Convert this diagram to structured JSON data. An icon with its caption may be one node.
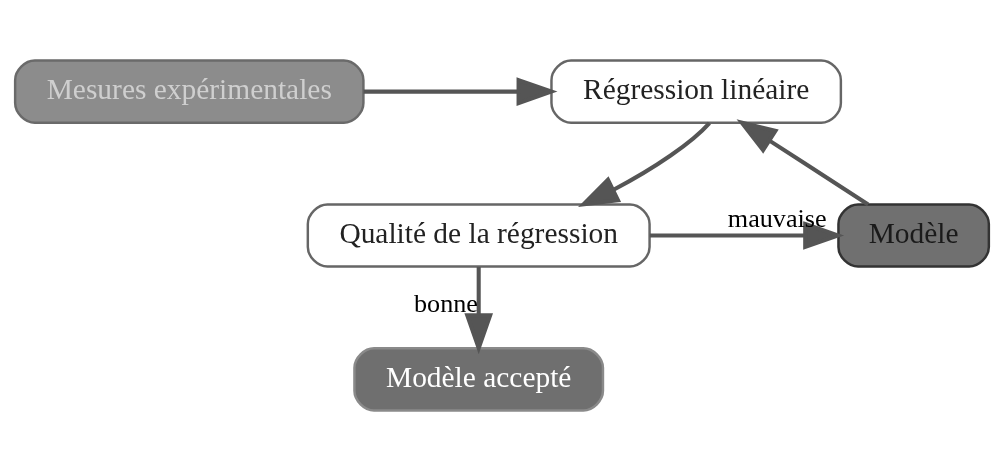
{
  "diagram": {
    "nodes": [
      {
        "text": [
          "Mesures expérimentales"
        ]
      },
      {
        "text": [
          "Régression linéaire"
        ]
      },
      {
        "text": [
          "Modèle"
        ]
      },
      {
        "text": [
          "Qualité de la régression"
        ]
      },
      {
        "text": [
          "Modèle accepté"
        ]
      }
    ],
    "edges": [
      {
        "from": 0,
        "to": 1,
        "arrow": "to"
      },
      {
        "from": 2,
        "to": 1,
        "arrow": "to"
      },
      {
        "from": 1,
        "to": 3,
        "arrow": "to"
      },
      {
        "from": 3,
        "to": 2,
        "arrow": "to",
        "label": "mauvaise"
      },
      {
        "from": 3,
        "to": 4,
        "arrow": "to",
        "label": "bonne"
      }
    ]
  }
}
